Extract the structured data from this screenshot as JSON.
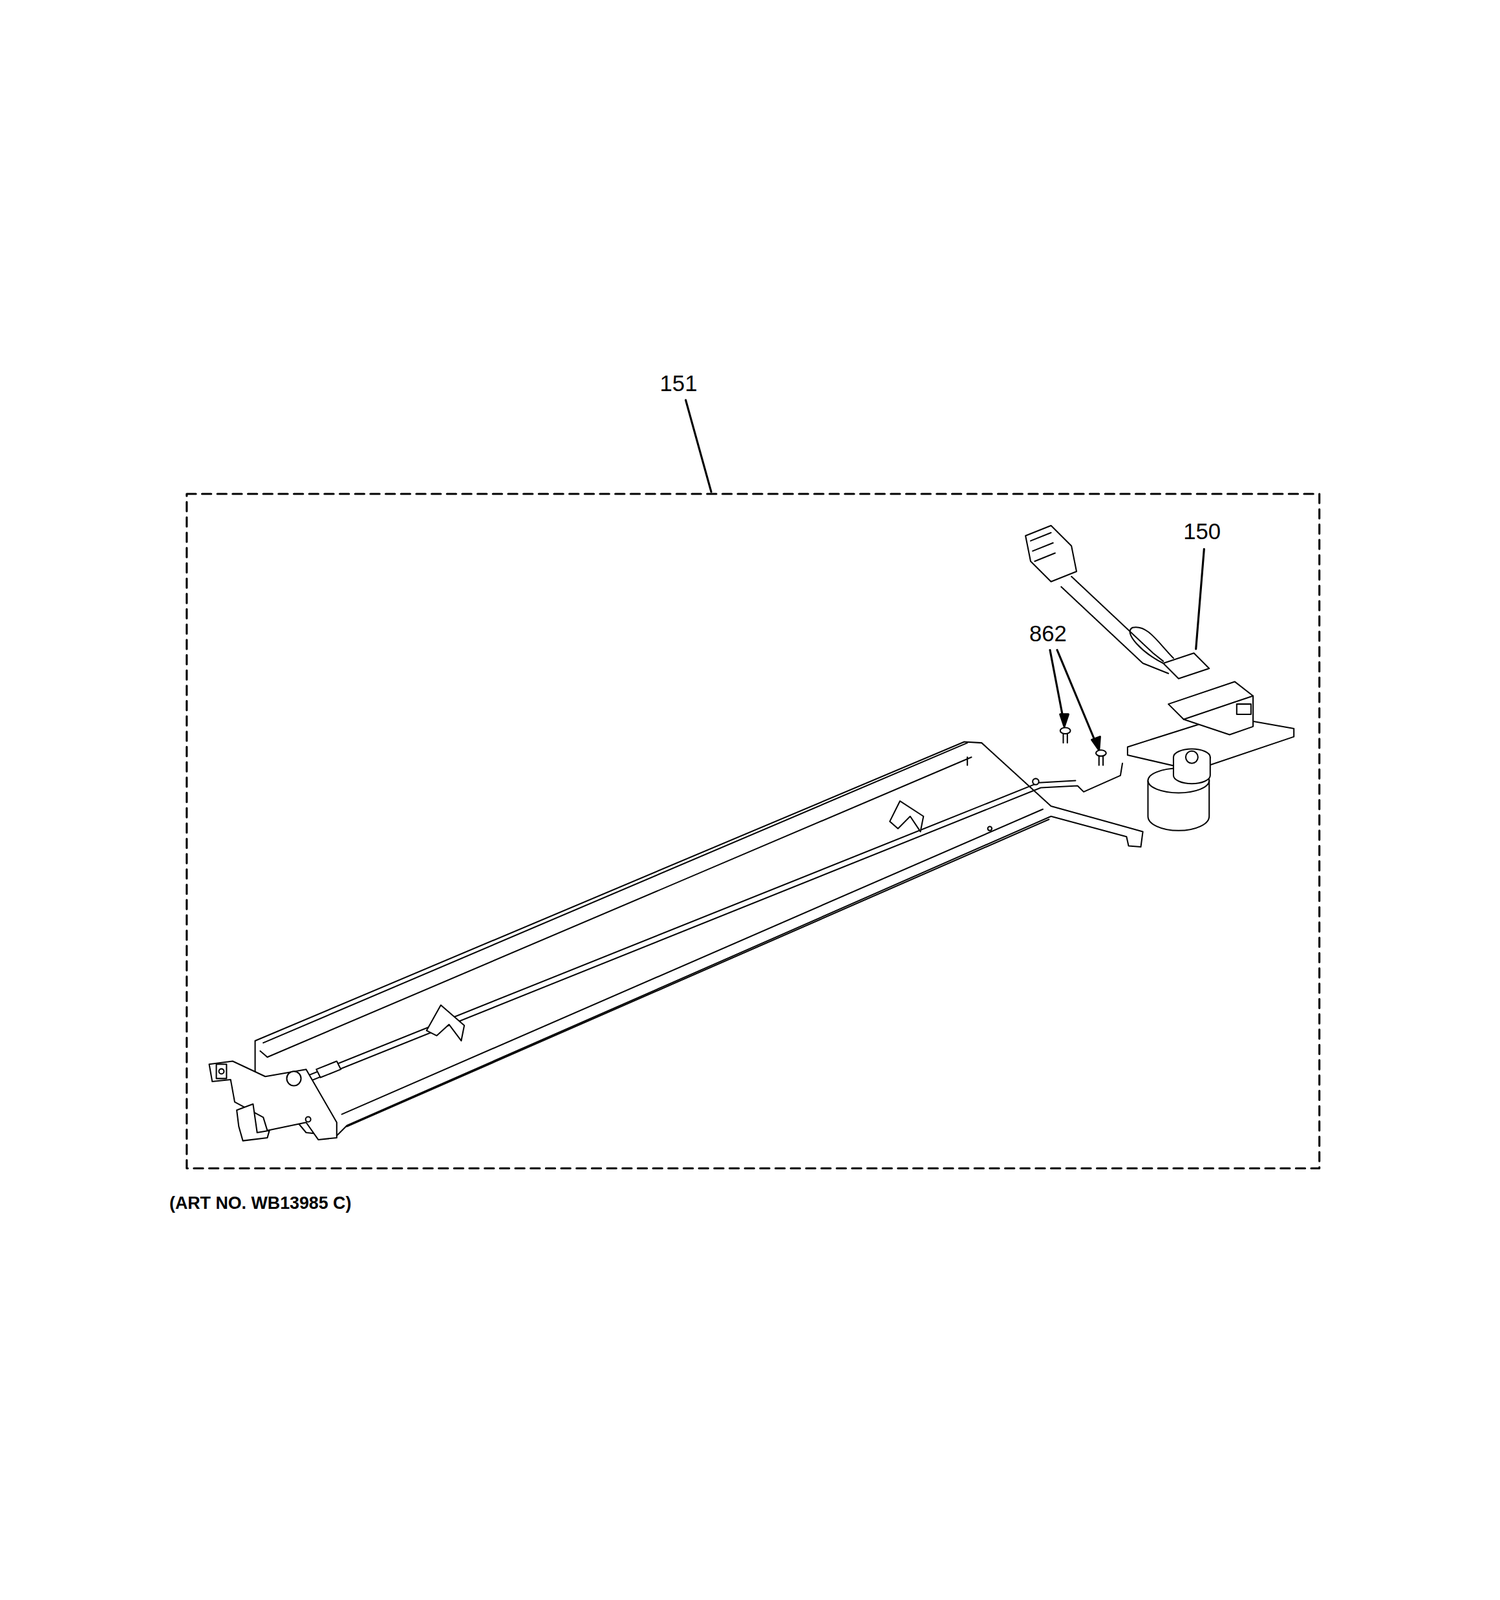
{
  "diagram": {
    "labels": [
      "151",
      "150",
      "862",
      "(ART NO. WB13985 C)"
    ]
  }
}
